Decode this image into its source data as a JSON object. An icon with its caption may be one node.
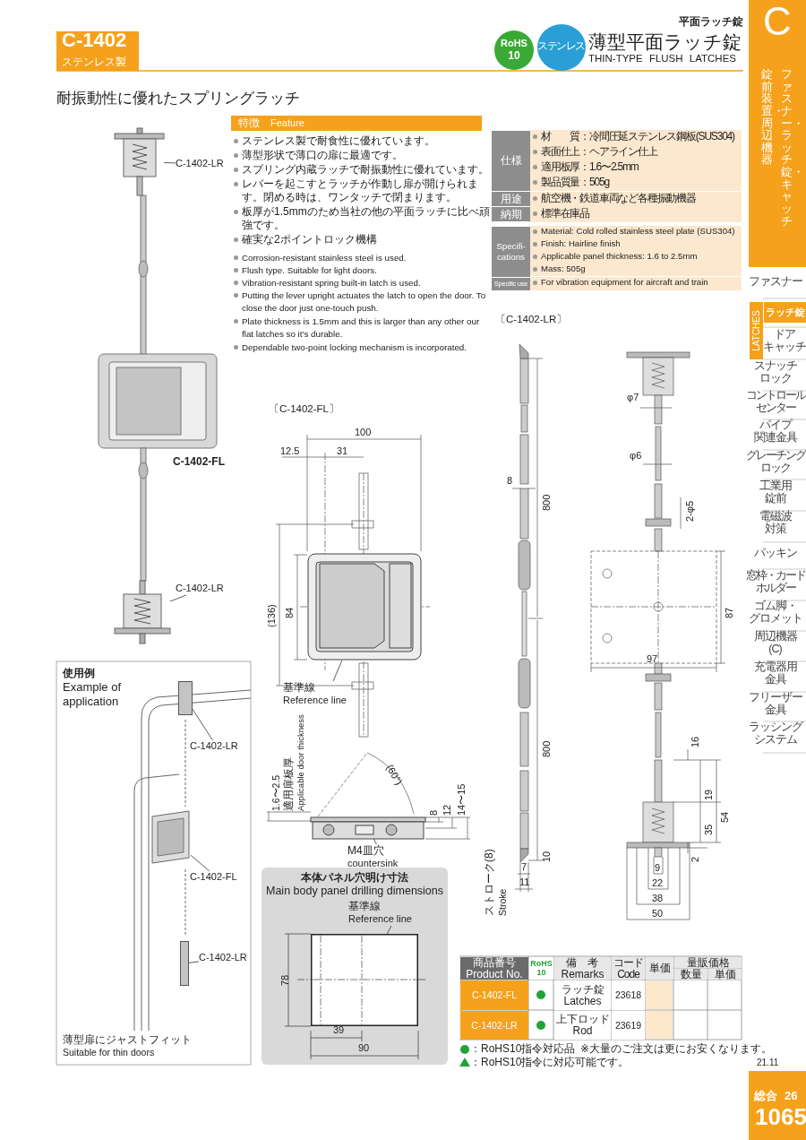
{
  "diagram": {
    "title": "薄型平面ラッチ錠",
    "nodes": [
      {
        "text": [
          "C-1402",
          "ステンレス製"
        ]
      },
      {
        "text": [
          "RoHS",
          "10"
        ]
      },
      {
        "text": [
          "ステンレス"
        ]
      },
      {
        "text": [
          "C",
          "錠前装置・周辺機器",
          "ファスナー・ラッチ錠・キャッチ"
        ]
      },
      {
        "text": [
          "特徴",
          "Feature"
        ]
      },
      {
        "text": [],
        "shape": "picture"
      },
      {
        "text": [
          "C-1402-LR"
        ]
      },
      {
        "text": [],
        "shape": "picture"
      },
      {
        "text": [
          "C-1402-LR"
        ]
      },
      {
        "text": [],
        "shape": "bar"
      },
      {
        "text": [
          "C-1402-LR"
        ]
      },
      {
        "text": [],
        "shape": "picture"
      },
      {
        "text": [
          "C-1402-FL"
        ]
      },
      {
        "text": [],
        "shape": "bar"
      },
      {
        "text": [
          "C-1402-LR"
        ]
      },
      {
        "text": [],
        "shape": "picture"
      },
      {
        "text": [
          "基準線",
          "Reference line"
        ]
      },
      {
        "text": [],
        "shape": "picture"
      },
      {
        "text": [
          "M4皿穴",
          "countersink"
        ]
      },
      {
        "text": [
          "本体パネル穴明け寸法",
          "Main body panel drilling dimensions"
        ]
      },
      {
        "text": [],
        "shape": "box",
        "in": 19
      },
      {
        "text": [
          "基準線",
          "Reference line"
        ],
        "in": 19
      },
      {
        "text": [
          "総合",
          "26",
          "1065"
        ]
      }
    ],
    "edges": [
      {
        "from": 6,
        "to": 5,
        "arrow": "none"
      },
      {
        "from": 8,
        "to": 7,
        "arrow": "none"
      },
      {
        "from": 10,
        "to": 9,
        "arrow": "none"
      },
      {
        "from": 12,
        "to": 11,
        "arrow": "none"
      },
      {
        "from": 14,
        "to": 13,
        "arrow": "none"
      },
      {
        "from": 16,
        "to": 15,
        "arrow": "none"
      },
      {
        "from": 18,
        "to": 17,
        "arrow": "none"
      },
      {
        "from": 21,
        "to": 20,
        "arrow": "none"
      }
    ],
    "labels": [
      "平面ラッチ錠",
      "THIN-TYPE FLUSH LATCHES",
      "耐振動性に優れたスプリングラッチ",
      "ステンレス製で耐食性に優れています。",
      "薄型形状で薄口の扉に最適です。",
      "スプリング内蔵ラッチで耐振動性に優れています。",
      "レバーを起こすとラッチが作動し扉が開けられます。閉める時は、ワンタッチで閉まります。",
      "板厚が1.5mmのため当社の他の平面ラッチに比べ頑強です。",
      "確実な2ポイントロック機構",
      "Corrosion-resistant stainless steel is used.",
      "Flush type. Suitable for light doors.",
      "Vibration-resistant spring built-in latch is used.",
      "Putting the lever upright actuates the latch to open the door. To close the door just one-touch push.",
      "Plate thickness is 1.5mm and this is larger than any other our flat latches so it's durable.",
      "Dependable two-point locking mechanism is incorporated.",
      "仕様",
      "材　　質：冷間圧延ステンレス鋼板(SUS304)",
      "表面仕上：ヘアライン仕上",
      "適用板厚：1.6〜2.5mm",
      "製品質量：505g",
      "用途",
      "航空機・鉄道車両など各種振動機器",
      "納期",
      "標準在庫品",
      "Specifi- cations",
      "Material: Cold rolled stainless steel plate (SUS304)",
      "Finish: Hairline finish",
      "Applicable panel thickness: 1.6 to 2.5mm",
      "Mass: 505g",
      "Specific use",
      "For vibration equipment for aircraft and train",
      "C-1402-FL",
      "ファスナー",
      "LATCHES",
      "ラッチ錠",
      "ドアキャッチ",
      "スナッチロック",
      "コントロールセンター",
      "パイプ関連金具",
      "グレーチングロック",
      "工業用錠前",
      "電磁波対策",
      "パッキン",
      "窓枠・カードホルダー",
      "ゴム脚・グロメット",
      "周辺機器(C)",
      "充電器用金具",
      "フリーザー金具",
      "ラッシングシステム",
      "〔C-1402-LR〕",
      "〔C-1402-FL〕",
      "100",
      "12.5",
      "31",
      "(136)",
      "84",
      "1.6〜2.5",
      "適用扉板厚",
      "Applicable door thickness",
      "(60°)",
      "8",
      "12",
      "14〜15",
      "8",
      "800",
      "φ7",
      "φ6",
      "2-φ5",
      "87",
      "97",
      "800",
      "16",
      "19",
      "35",
      "54",
      "2",
      "10",
      "ストローク(8)",
      "Stroke",
      "7",
      "11",
      "9",
      "22",
      "38",
      "50",
      "使用例",
      "Example of application",
      "薄型扉にジャストフィット",
      "Suitable for thin doors",
      "78",
      "39",
      "90",
      "商品番号 Product No.",
      "RoHS 10",
      "備　考 Remarks",
      "コード Code",
      "単価",
      "量販価格",
      "数量",
      "単価",
      "C-1402-FL",
      "ラッチ錠 Latches",
      "23618",
      "C-1402-LR",
      "上下ロッド Rod",
      "23619",
      "：RoHS10指令対応品",
      "※大量のご注文は更にお安くなります。",
      "：RoHS10指令に対応可能です。",
      "21.11"
    ]
  }
}
